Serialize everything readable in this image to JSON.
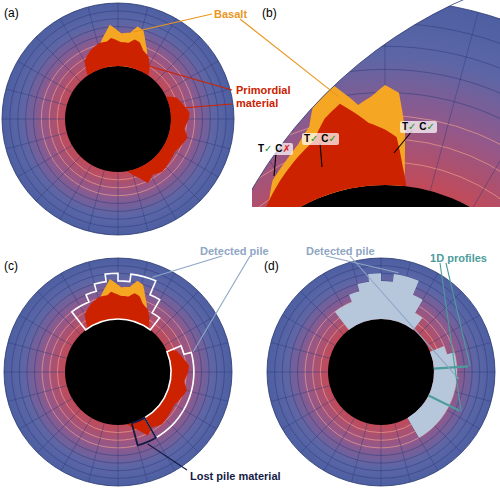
{
  "diagram": {
    "labels": [
      "(a)",
      "Basalt",
      "(b)",
      "Primordial material",
      "T✓ C✗",
      "T✓ C✓",
      "T✓ C✓",
      "(c)",
      "Detected pile",
      "(d)",
      "Detected pile",
      "1D profiles",
      "Lost pile material"
    ]
  }
}
